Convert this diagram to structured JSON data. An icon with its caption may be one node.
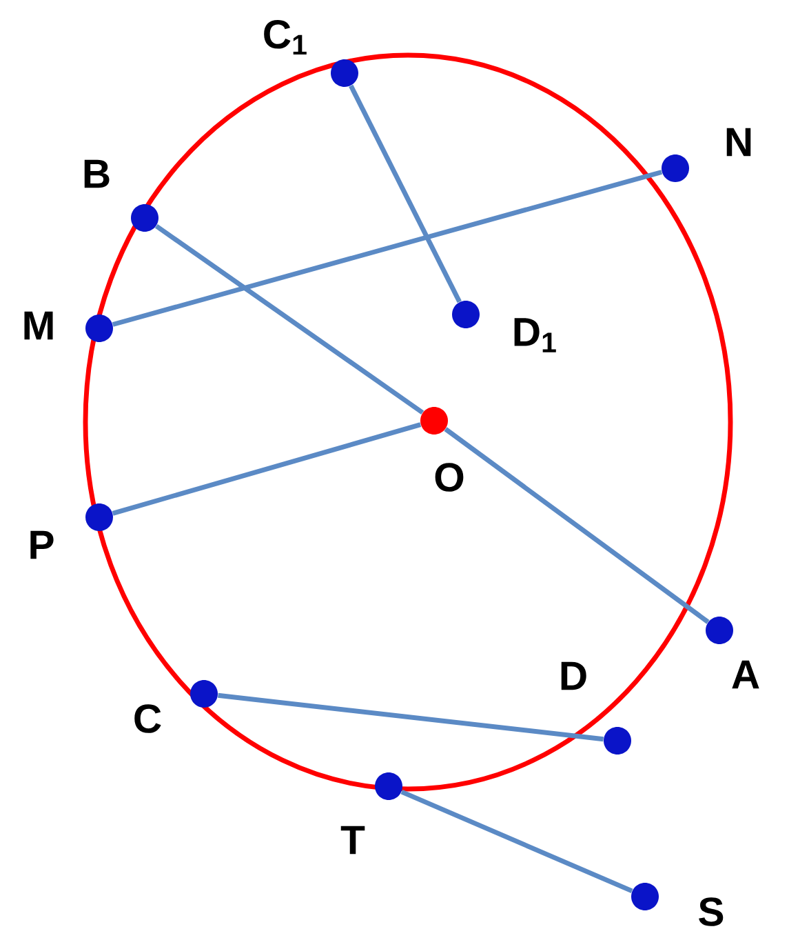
{
  "diagram": {
    "nodes": [
      {
        "text": [],
        "shape": "circle",
        "beside": [
          "C$_{1}$"
        ]
      },
      {
        "text": [],
        "shape": "circle",
        "beside": [
          "N"
        ]
      },
      {
        "text": [],
        "shape": "circle",
        "beside": [
          "B"
        ]
      },
      {
        "text": [],
        "shape": "circle",
        "beside": [
          "M"
        ]
      },
      {
        "text": [],
        "shape": "circle",
        "beside": [
          "D$_{1}$"
        ]
      },
      {
        "text": [],
        "shape": "circle",
        "beside": [
          "O"
        ]
      },
      {
        "text": [],
        "shape": "circle",
        "beside": [
          "P"
        ]
      },
      {
        "text": [],
        "shape": "circle",
        "beside": [
          "A"
        ]
      },
      {
        "text": [],
        "shape": "circle",
        "beside": [
          "D"
        ]
      },
      {
        "text": [],
        "shape": "circle",
        "beside": [
          "C"
        ]
      },
      {
        "text": [],
        "shape": "circle",
        "beside": [
          "T"
        ]
      },
      {
        "text": [],
        "shape": "circle",
        "beside": [
          "S"
        ]
      }
    ],
    "edges": [
      {
        "from": 0,
        "to": 4,
        "arrow": "none"
      },
      {
        "from": 1,
        "to": 3,
        "arrow": "none"
      },
      {
        "from": 2,
        "to": 5,
        "arrow": "none"
      },
      {
        "from": 5,
        "to": 7,
        "arrow": "none"
      },
      {
        "from": 6,
        "to": 5,
        "arrow": "none"
      },
      {
        "from": 9,
        "to": 8,
        "arrow": "none"
      },
      {
        "from": 10,
        "to": 11,
        "arrow": "none"
      }
    ]
  }
}
